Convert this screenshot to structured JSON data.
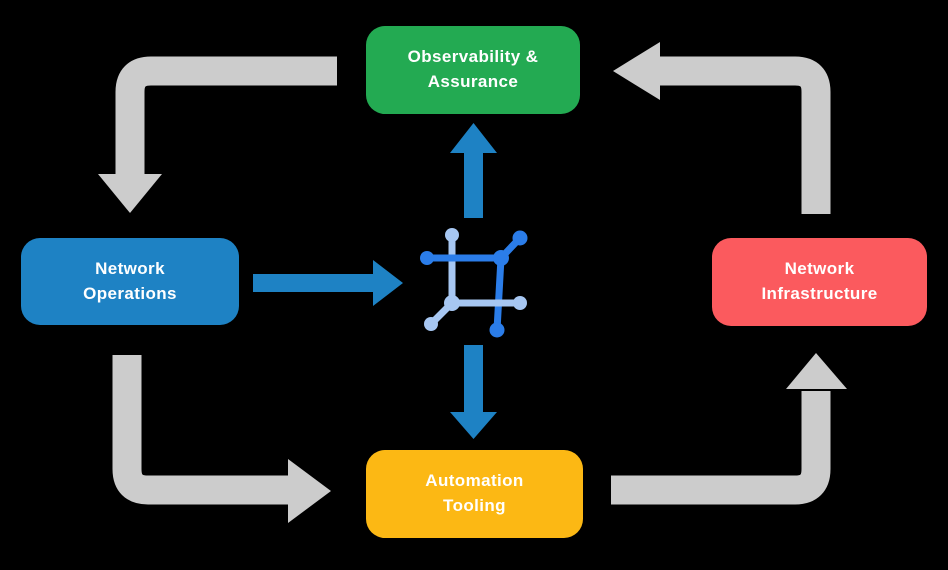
{
  "diagram": {
    "nodes": [
      {
        "id": "observability-assurance",
        "label": "Observability &\nAssurance",
        "color": "#23AA52"
      },
      {
        "id": "network-operations",
        "label": "Network\nOperations",
        "color": "#1E82C4"
      },
      {
        "id": "network-infrastructure",
        "label": "Network\nInfrastructure",
        "color": "#FB5A5E"
      },
      {
        "id": "automation-tooling",
        "label": "Automation\nTooling",
        "color": "#FCB814"
      }
    ],
    "center_icon": "network-mesh-icon",
    "arrows": [
      {
        "from": "observability-assurance",
        "to": "network-operations",
        "style": "elbow",
        "color": "#CCCCCC"
      },
      {
        "from": "network-infrastructure",
        "to": "observability-assurance",
        "style": "elbow",
        "color": "#CCCCCC"
      },
      {
        "from": "network-operations",
        "to": "automation-tooling",
        "style": "elbow",
        "color": "#CCCCCC"
      },
      {
        "from": "automation-tooling",
        "to": "network-infrastructure",
        "style": "elbow",
        "color": "#CCCCCC"
      },
      {
        "from": "network-operations",
        "to": "network-mesh-icon",
        "style": "straight",
        "color": "#1E82C4"
      },
      {
        "from": "network-mesh-icon",
        "to": "observability-assurance",
        "style": "straight",
        "color": "#1E82C4"
      },
      {
        "from": "network-mesh-icon",
        "to": "automation-tooling",
        "style": "straight",
        "color": "#1E82C4"
      }
    ],
    "colors": {
      "background": "#000000",
      "text": "#FFFFFF",
      "arrow_gray": "#CCCCCC",
      "arrow_blue": "#1E82C4",
      "icon_dark_blue": "#2B7DE9",
      "icon_light_blue": "#A7C7F2"
    }
  }
}
